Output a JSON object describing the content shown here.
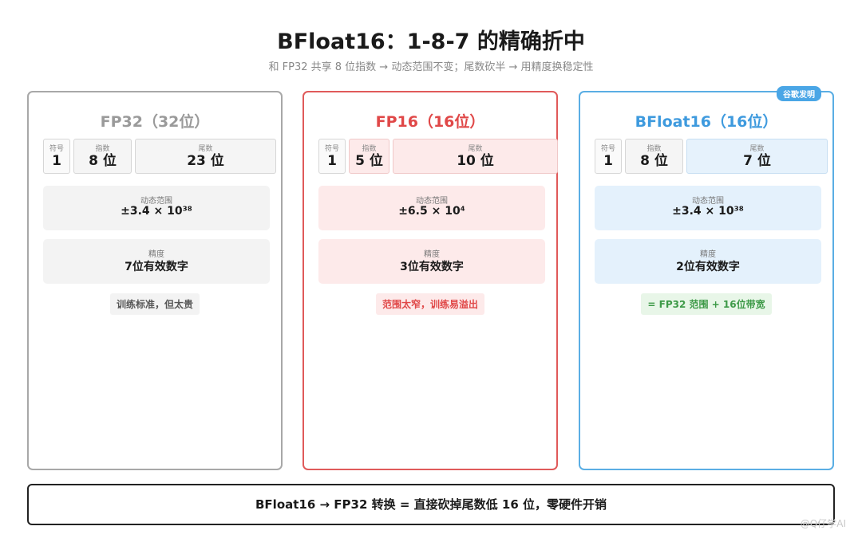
{
  "header": {
    "title": "BFloat16：1-8-7 的精确折中",
    "subtitle": "和 FP32 共享 8 位指数 → 动态范围不变；尾数砍半 → 用精度换稳定性"
  },
  "cards": [
    {
      "title": "FP32（32位）",
      "bits": {
        "sign_label": "符号",
        "sign_value": "1",
        "exp_label": "指数",
        "exp_value": "8 位",
        "man_label": "尾数",
        "man_value": "23 位"
      },
      "range_label": "动态范围",
      "range_value": "±3.4 × 10³⁸",
      "precision_label": "精度",
      "precision_value": "7位有效数字",
      "note": "训练标准，但太贵",
      "color": "#9a9a9a"
    },
    {
      "title": "FP16（16位）",
      "bits": {
        "sign_label": "符号",
        "sign_value": "1",
        "exp_label": "指数",
        "exp_value": "5 位",
        "man_label": "尾数",
        "man_value": "10 位"
      },
      "range_label": "动态范围",
      "range_value": "±6.5 × 10⁴",
      "precision_label": "精度",
      "precision_value": "3位有效数字",
      "note": "范围太窄，训练易溢出",
      "color": "#e04848"
    },
    {
      "title": "BFloat16（16位）",
      "badge": "谷歌发明",
      "bits": {
        "sign_label": "符号",
        "sign_value": "1",
        "exp_label": "指数",
        "exp_value": "8 位",
        "man_label": "尾数",
        "man_value": "7 位"
      },
      "range_label": "动态范围",
      "range_value": "±3.4 × 10³⁸",
      "precision_label": "精度",
      "precision_value": "2位有效数字",
      "note": "= FP32 范围 + 16位带宽",
      "color": "#3e9ade"
    }
  ],
  "footer": {
    "text": "BFloat16 → FP32 转换 = 直接砍掉尾数低 16 位，零硬件开销"
  },
  "watermark": "@Q仔学AI"
}
